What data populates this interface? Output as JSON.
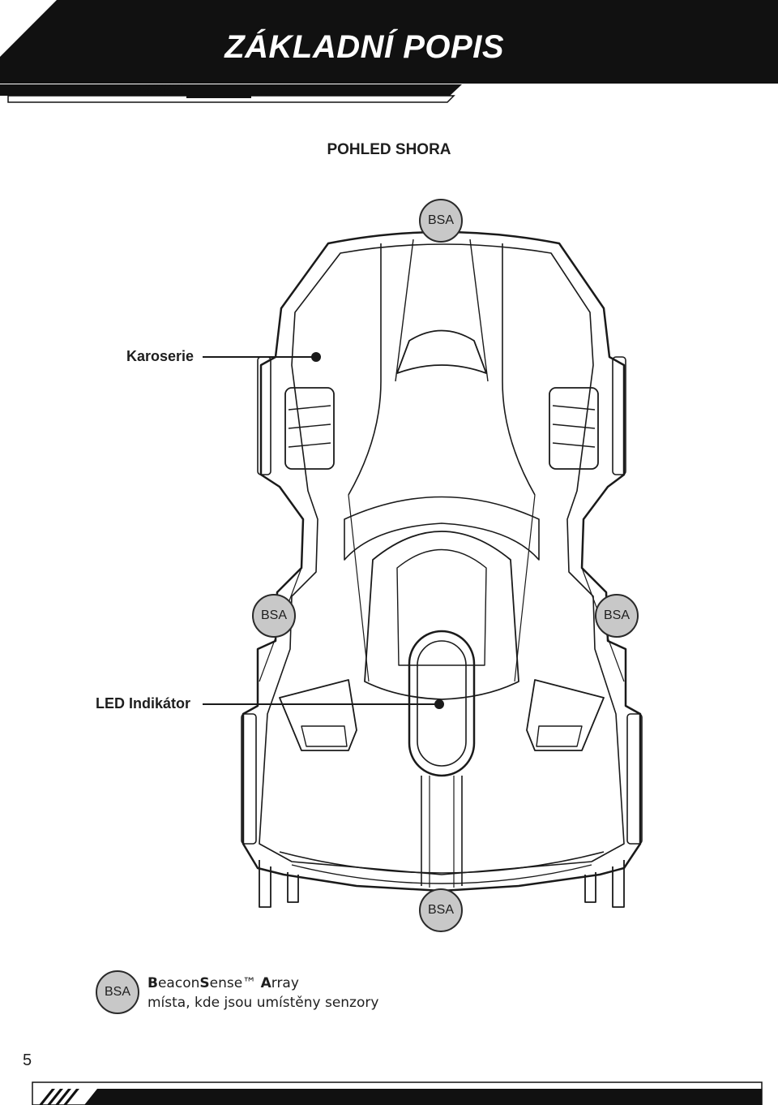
{
  "header": {
    "title": "ZÁKLADNÍ POPIS"
  },
  "section": {
    "title": "POHLED SHORA"
  },
  "callouts": {
    "body": "Karoserie",
    "led": "LED Indikátor"
  },
  "sensor_badge": "BSA",
  "legend": {
    "badge": "BSA",
    "line1_parts": [
      "B",
      "eacon",
      "S",
      "ense™ ",
      "A",
      "rray"
    ],
    "line2": "místa, kde jsou umístěny senzory"
  },
  "page_number": "5",
  "icons": {
    "diagram": "car-top-view-line-drawing"
  },
  "colors": {
    "header": "#111111",
    "badge_fill": "#c8c8c8",
    "line": "#1a1a1a"
  }
}
